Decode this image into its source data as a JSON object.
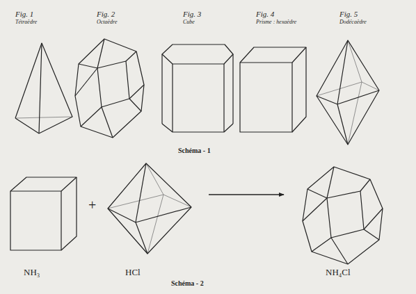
{
  "diagram": {
    "nodes": [
      {
        "text": [
          "Fig. 1",
          "Tétraèdre"
        ]
      },
      {
        "text": [
          "Fig. 2",
          "Octaèdre"
        ]
      },
      {
        "text": [
          "Fig. 3",
          "Cube"
        ]
      },
      {
        "text": [
          "Fig. 4",
          "Prisme : hexaèdre"
        ]
      },
      {
        "text": [
          "Fig. 5",
          "Dodécaèdre"
        ]
      },
      {
        "text": [
          "NH₃"
        ]
      },
      {
        "text": [
          "HCl"
        ]
      },
      {
        "text": [
          "NH₄Cl"
        ]
      }
    ],
    "edges": [
      {
        "from": 6,
        "to": 7,
        "arrow": "to"
      }
    ],
    "labels": [
      "Schéma - 1",
      "+",
      "Schéma - 2"
    ]
  }
}
